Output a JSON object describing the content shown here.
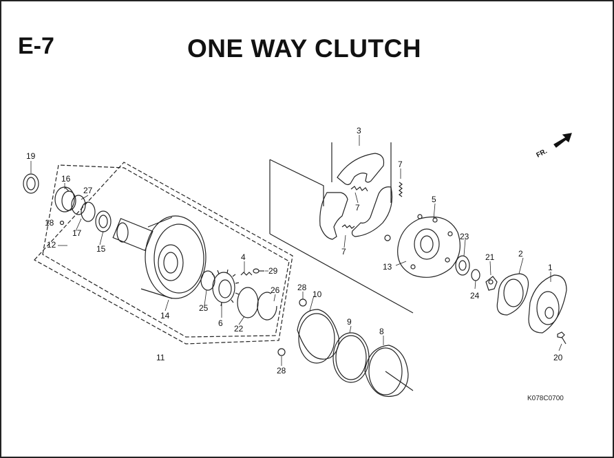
{
  "header": {
    "code": "E-7",
    "title": "ONE WAY CLUTCH"
  },
  "reference_code": "K078C0700",
  "direction_label": "FR.",
  "part_labels": {
    "p1": "1",
    "p2": "2",
    "p3": "3",
    "p4": "4",
    "p5": "5",
    "p6": "6",
    "p7a": "7",
    "p7b": "7",
    "p7c": "7",
    "p8": "8",
    "p9": "9",
    "p10": "10",
    "p11": "11",
    "p12": "12",
    "p13": "13",
    "p14": "14",
    "p15": "15",
    "p16": "16",
    "p17": "17",
    "p18": "18",
    "p19": "19",
    "p20": "20",
    "p21": "21",
    "p22": "22",
    "p23": "23",
    "p24": "24",
    "p25": "25",
    "p26": "26",
    "p27": "27",
    "p28a": "28",
    "p28b": "28",
    "p29": "29"
  }
}
